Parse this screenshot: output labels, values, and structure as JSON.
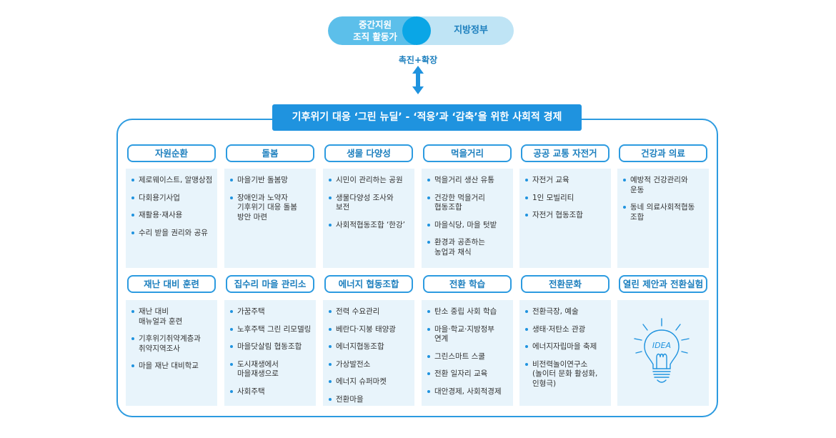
{
  "top": {
    "left_label": "중간지원\n조직 활동가",
    "right_label": "지방정부",
    "promo_label": "촉진+확장"
  },
  "main_title": "기후위기 대응 ‘그린 뉴딜’ - ‘적응’과 ‘감축’을 위한 사회적 경제",
  "colors": {
    "accent": "#1f93df",
    "light": "#e8f4fb",
    "pill_light": "#bfe4f5",
    "pill_mid": "#5cbfea",
    "circle": "#0aa6e6"
  },
  "row1": [
    {
      "title": "자원순환",
      "items": [
        "제로웨이스트, 알맹상점",
        "다회용기사업",
        "재활용·재사용",
        "수리 받을 권리와 공유"
      ]
    },
    {
      "title": "돌봄",
      "items": [
        "마을기반 돌봄망",
        "장애인과 노약자\n기후위기 대응 돌봄\n방안 마련"
      ]
    },
    {
      "title": "생물 다양성",
      "items": [
        "시민이 관리하는 공원",
        "생물다양성 조사와\n보전",
        "사회적협동조합 ‘한강’"
      ]
    },
    {
      "title": "먹을거리",
      "items": [
        "먹을거리 생산 유통",
        "건강한 먹을거리\n협동조합",
        "마을식당, 마을 텃밭",
        "환경과 공존하는\n농업과 채식"
      ]
    },
    {
      "title": "공공 교통 자전거",
      "items": [
        "자전거 교육",
        "1인 모빌리티",
        "자전거 협동조합"
      ]
    },
    {
      "title": "건강과 의료",
      "items": [
        "예방적 건강관리와\n운동",
        "동네 의료사회적협동\n조합"
      ]
    }
  ],
  "row2": [
    {
      "title": "재난 대비 훈련",
      "items": [
        "재난 대비\n매뉴얼과 훈련",
        "기후위기취약계층과\n취약지역조사",
        "마을 재난 대비학교"
      ]
    },
    {
      "title": "집수리 마을 관리소",
      "items": [
        "가꿈주택",
        "노후주택 그린 리모델링",
        "마을닷살림 협동조합",
        "도시재생에서\n마을재생으로",
        "사회주택"
      ]
    },
    {
      "title": "에너지 협동조합",
      "items": [
        "전력 수요관리",
        "베란다·지붕 태양광",
        "에너지협동조합",
        "가상발전소",
        "에너지 슈퍼마켓",
        "전환마을"
      ]
    },
    {
      "title": "전환 학습",
      "items": [
        "탄소 중립 사회 학습",
        "마을·학교·지방정부\n연계",
        "그린스마트 스쿨",
        "전환 일자리 교육",
        "대안경제, 사회적경제"
      ]
    },
    {
      "title": "전환문화",
      "items": [
        "전환극장, 예술",
        "생태·저탄소 관광",
        "에너지자립마을 축제",
        "비전력놀이연구소\n(놀이터 문화 활성화,\n인형극)"
      ]
    },
    {
      "title": "열린 제안과 전환실험",
      "items": []
    }
  ],
  "bulb_text": "IDEA"
}
